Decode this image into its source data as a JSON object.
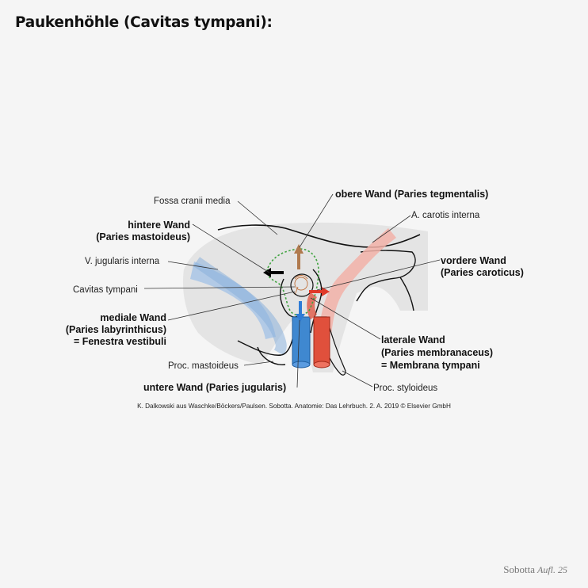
{
  "title": "Paukenhöhle (Cavitas tympani):",
  "figure": {
    "labels": {
      "fossa_cranii_media": "Fossa cranii media",
      "obere_wand": "obere Wand (Paries tegmentalis)",
      "a_carotis": "A. carotis interna",
      "hintere_wand_1": "hintere Wand",
      "hintere_wand_2": "(Paries mastoideus)",
      "v_jugularis": "V. jugularis interna",
      "vordere_wand_1": "vordere Wand",
      "vordere_wand_2": "(Paries caroticus)",
      "cavitas": "Cavitas tympani",
      "mediale_wand_1": "mediale Wand",
      "mediale_wand_2": "(Paries labyrinthicus)",
      "mediale_wand_3": "= Fenestra vestibuli",
      "laterale_wand_1": "laterale Wand",
      "laterale_wand_2": "(Paries membranaceus)",
      "laterale_wand_3": "= Membrana tympani",
      "proc_mastoideus": "Proc. mastoideus",
      "untere_wand": "untere Wand (Paries jugularis)",
      "proc_styloideus": "Proc. styloideus"
    },
    "colors": {
      "bone": "#e4e4e4",
      "vein": "#a9c6e6",
      "vein_dark": "#3f88d0",
      "artery": "#f2b2a8",
      "artery_dark": "#e0503c",
      "cavity_outline": "#3fa33f",
      "arrow_up": "#b07a4e",
      "arrow_right": "#e03a2a",
      "arrow_down": "#2e7bd6",
      "arrow_left": "#000000"
    },
    "credit": "K. Dalkowski aus Waschke/Böckers/Paulsen. Sobotta. Anatomie: Das Lehrbuch. 2. A. 2019 © Elsevier GmbH"
  },
  "brand": {
    "name": "Sobotta",
    "edition": "Aufl. 25"
  }
}
